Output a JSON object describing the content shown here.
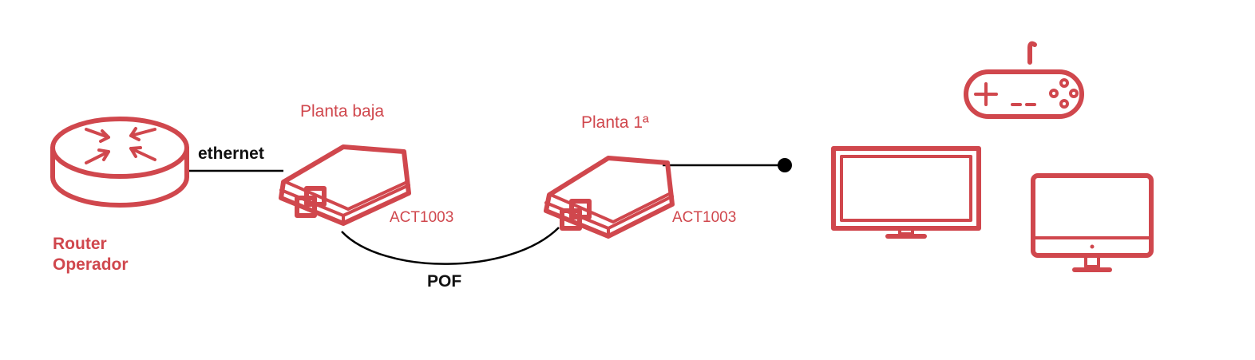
{
  "colors": {
    "accent": "#d0474d",
    "line": "#000000"
  },
  "router": {
    "label_line1": "Router",
    "label_line2": "Operador",
    "icon": "router-icon"
  },
  "links": {
    "ethernet": "ethernet",
    "pof": "POF"
  },
  "device_ground": {
    "title": "Planta baja",
    "model": "ACT1003",
    "icon": "adapter-icon"
  },
  "device_first": {
    "title": "Planta 1ª",
    "model": "ACT1003",
    "icon": "adapter-icon"
  },
  "endpoints": [
    "gamepad-icon",
    "tv-icon",
    "desktop-monitor-icon"
  ]
}
